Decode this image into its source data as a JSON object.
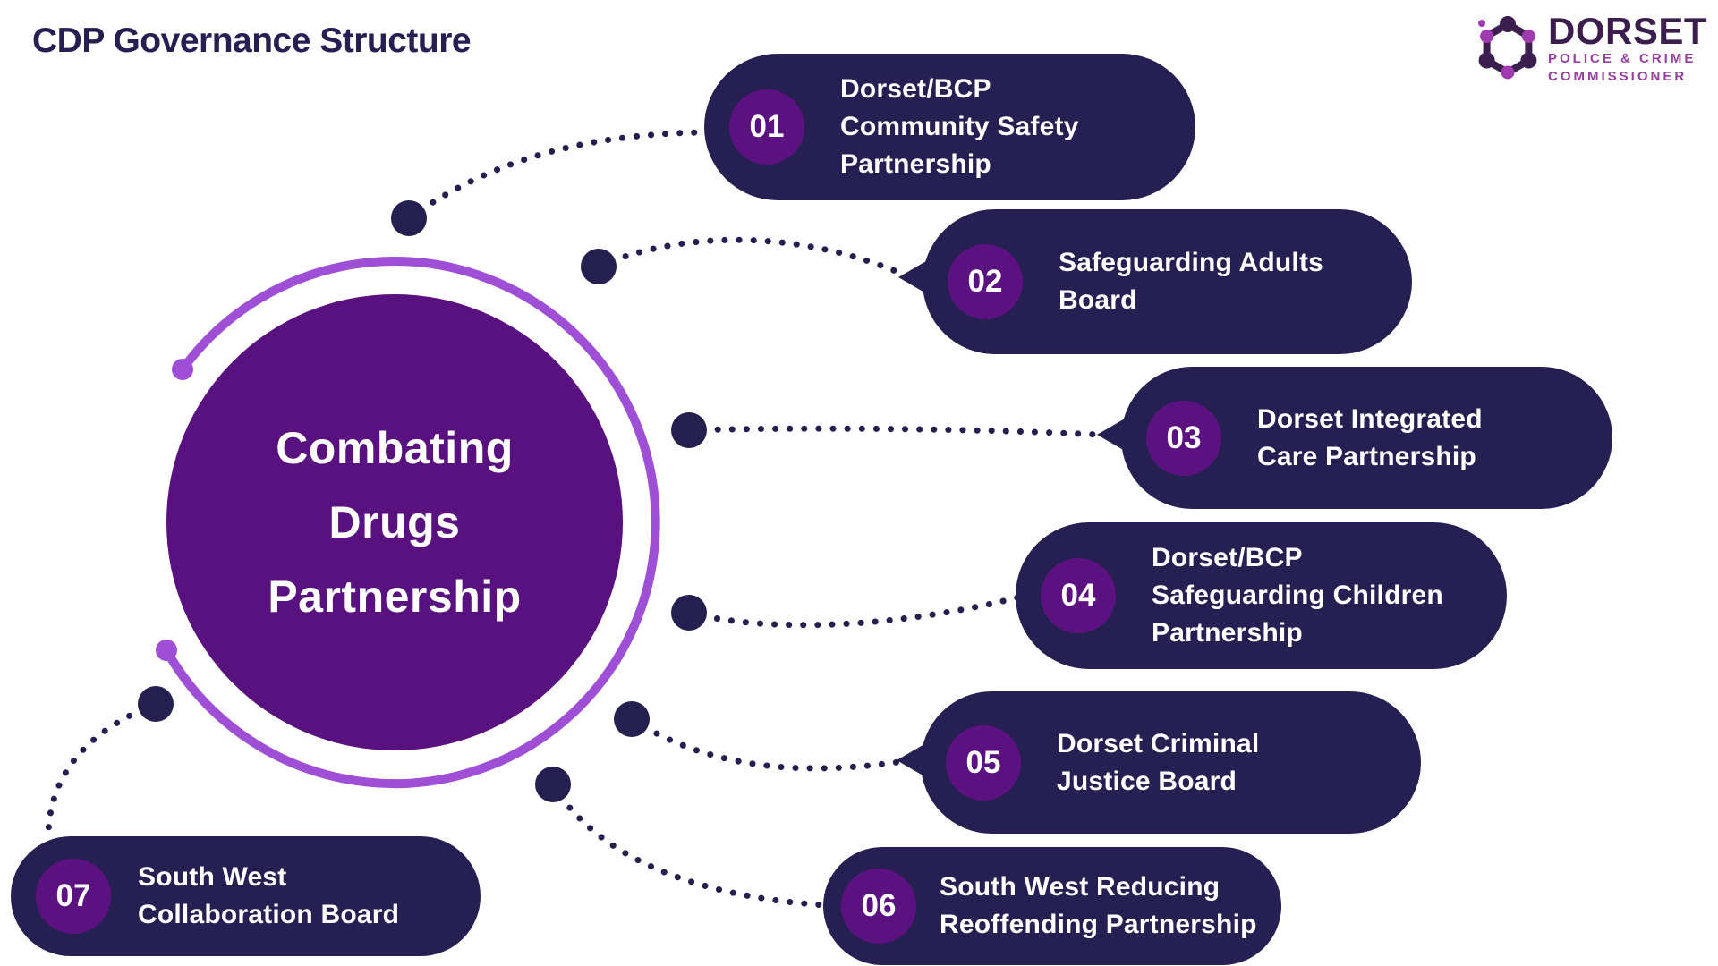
{
  "title": "CDP Governance Structure",
  "center": {
    "text": "Combating\nDrugs\nPartnership"
  },
  "nodes": [
    {
      "num": "01",
      "text": "Dorset/BCP\nCommunity Safety\nPartnership"
    },
    {
      "num": "02",
      "text": "Safeguarding Adults\nBoard"
    },
    {
      "num": "03",
      "text": "Dorset Integrated\nCare Partnership"
    },
    {
      "num": "04",
      "text": "Dorset/BCP\nSafeguarding Children\nPartnership"
    },
    {
      "num": "05",
      "text": "Dorset Criminal\nJustice Board"
    },
    {
      "num": "06",
      "text": "South West Reducing\nReoffending Partnership"
    },
    {
      "num": "07",
      "text": "South West\nCollaboration Board"
    }
  ],
  "logo": {
    "name": "DORSET",
    "line1": "POLICE & CRIME",
    "line2": "COMMISSIONER"
  },
  "colors": {
    "pill_navy": "#262052",
    "badge_purple": "#5c1180",
    "center_purple": "#5a1180",
    "ring_purple": "#9e4fd6",
    "connector_navy": "#241f4e",
    "logo_dark": "#3b1e4e",
    "logo_magenta": "#963f9f"
  }
}
